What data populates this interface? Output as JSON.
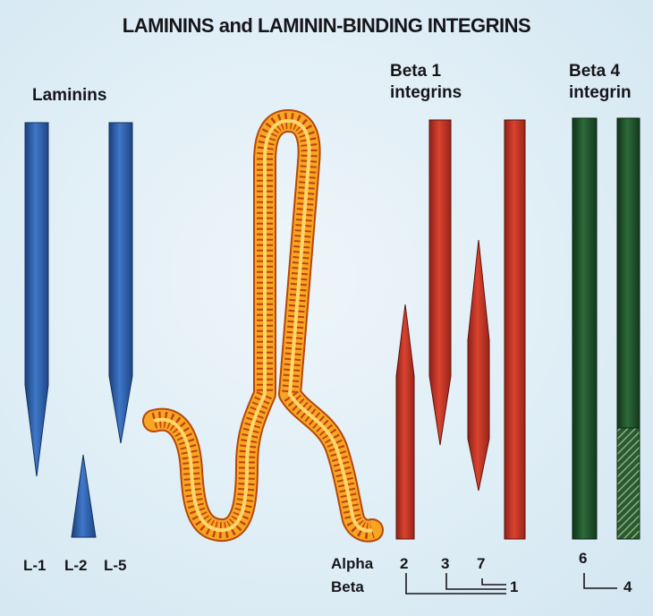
{
  "title": "LAMININS and LAMININ-BINDING INTEGRINS",
  "headings": {
    "laminins": "Laminins",
    "beta1": [
      "Beta 1",
      "integrins"
    ],
    "beta4": [
      "Beta 4",
      "integrin"
    ]
  },
  "laminin_labels": [
    "L-1",
    "L-2",
    "L-5"
  ],
  "alpha_row": {
    "label": "Alpha",
    "values": [
      "2",
      "3",
      "7",
      "6"
    ]
  },
  "beta_row": {
    "label": "Beta",
    "values": [
      "1",
      "4"
    ]
  },
  "colors": {
    "laminin": "#2d5fae",
    "beta1_integrin": "#c8372a",
    "beta4_integrin": "#1f4f2a",
    "membrane": "#f2a21e",
    "membrane_stripe": "#c2410c",
    "background": "#dcecf5"
  }
}
